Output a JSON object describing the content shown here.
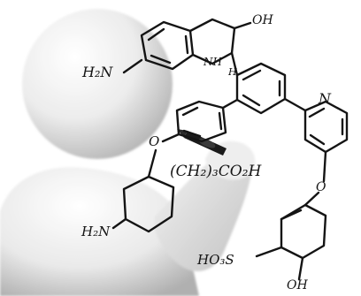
{
  "labels": {
    "oh_top": "OH",
    "h2n_left": "H₂N",
    "nh_ring": "NH",
    "h_ring": "H",
    "n_pyridine": "N",
    "o_left": "O",
    "o_right": "O",
    "chain": "(CH₂)₃CO₂H",
    "h2n_bottom": "H₂N",
    "ho3s": "HO₃S",
    "oh_bottom": "OH"
  },
  "icons": [
    "figure-illustration",
    "chemical-structure-drawing",
    "pen-hand"
  ],
  "colors": {
    "ink": "#141414",
    "figure_light": "#f7f7f7",
    "figure_shadow": "#b9b9b9"
  }
}
